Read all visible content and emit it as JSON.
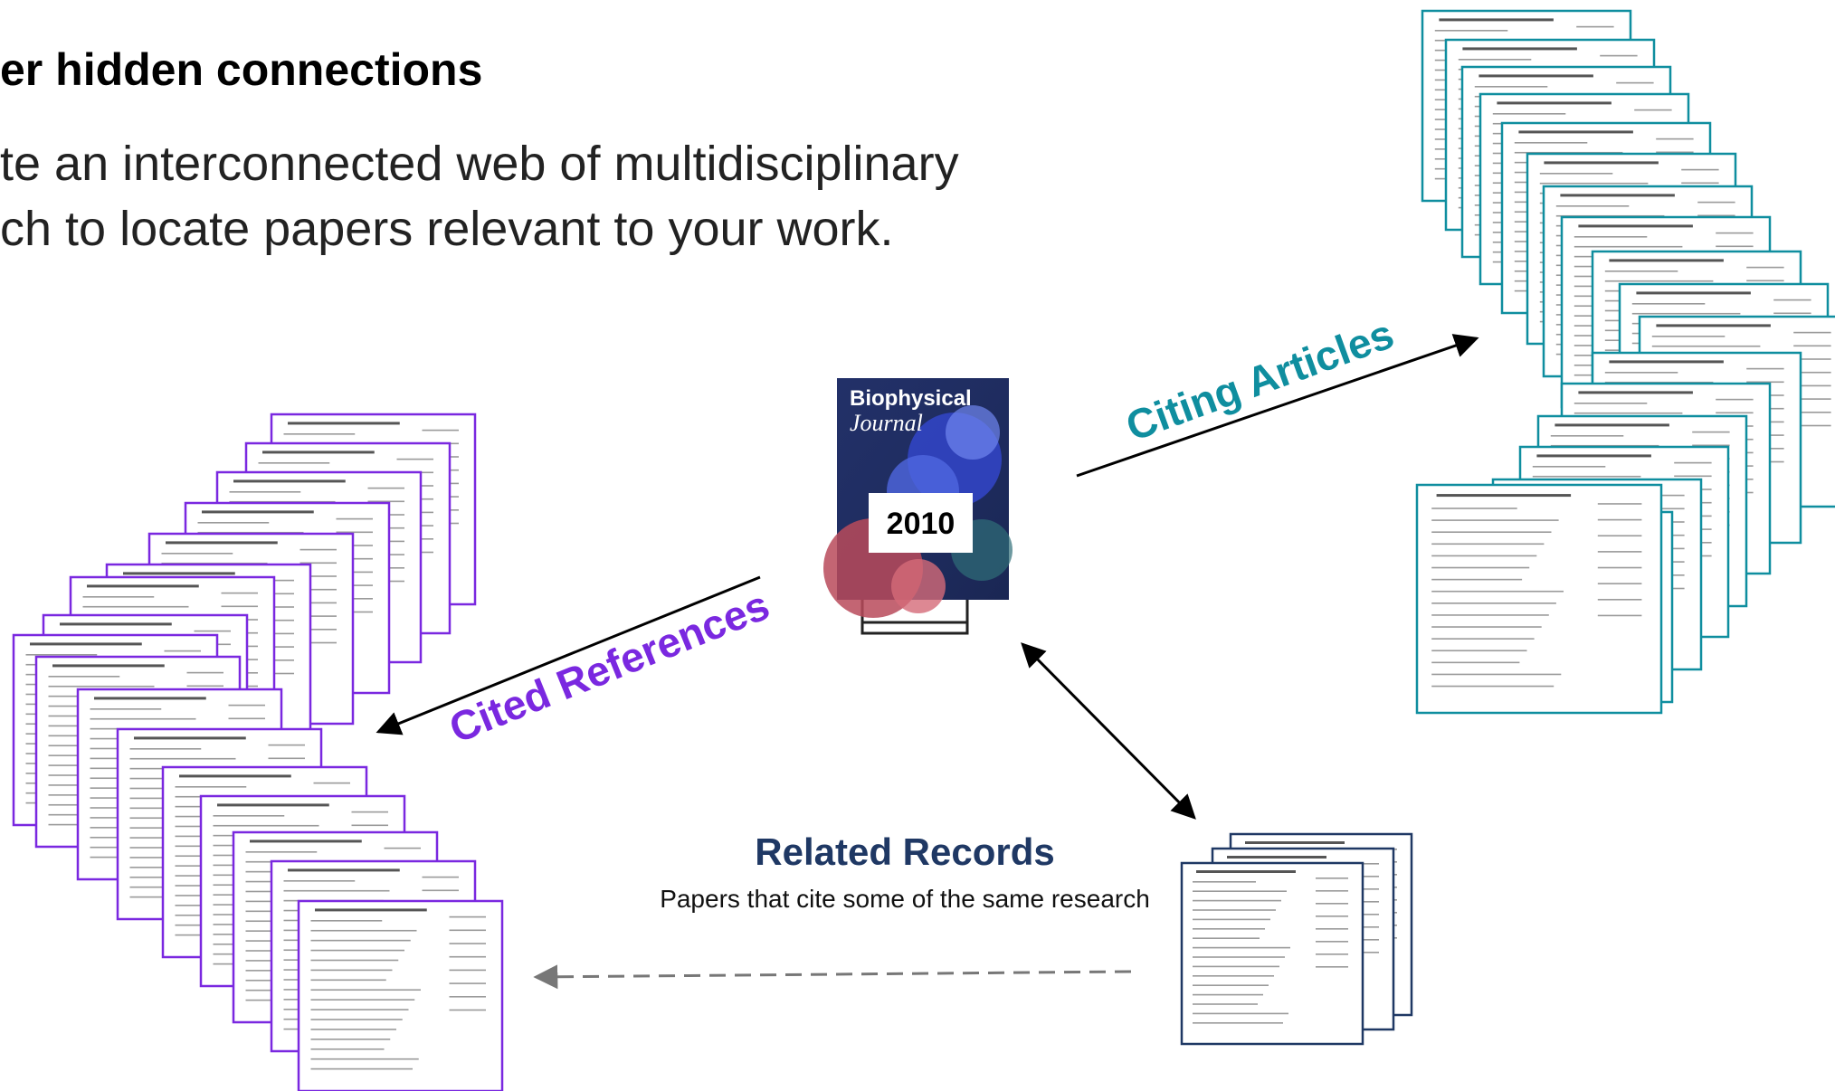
{
  "heading": "er hidden connections",
  "body_lines": [
    "te an interconnected web of multidisciplinary",
    "ch to locate papers relevant to your work."
  ],
  "journal": {
    "name_line1": "Biophysical",
    "name_line2": "Journal",
    "year": "2010"
  },
  "labels": {
    "citing": "Citing Articles",
    "cited": "Cited References",
    "related_title": "Related Records",
    "related_subtitle": "Papers that cite some of the same research"
  },
  "colors": {
    "citing": "#0f8e9f",
    "cited": "#7a28e0",
    "related": "#1f3864"
  }
}
